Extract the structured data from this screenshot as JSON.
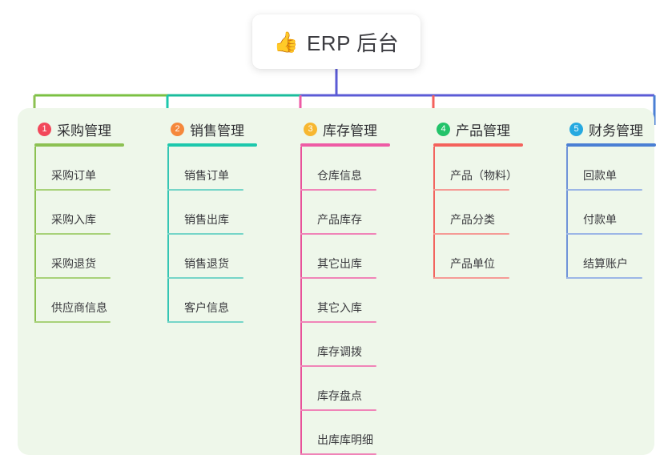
{
  "root": {
    "icon": "thumbs-up-icon",
    "emoji": "👍",
    "title": "ERP 后台"
  },
  "palette": {
    "panel_bg": "#eef7ea",
    "card_bg": "#ffffff",
    "text": "#3a3a3e",
    "wire_green": "#7bc043",
    "wire_teal": "#1abc9c",
    "wire_blue": "#5b5bd6",
    "wire_pink": "#e8529a",
    "wire_red": "#f2655f"
  },
  "columns": [
    {
      "index": "1",
      "title": "采购管理",
      "badge_color": "#f2485b",
      "rule_color": "#8cc152",
      "line_color": "#8cc152",
      "leaf_line_color": "#a8d27a",
      "drop_color": "#8cc152",
      "items": [
        "采购订单",
        "采购入库",
        "采购退货",
        "供应商信息"
      ]
    },
    {
      "index": "2",
      "title": "销售管理",
      "badge_color": "#f5883c",
      "rule_color": "#1cc8ac",
      "line_color": "#35c6b4",
      "leaf_line_color": "#76d5c8",
      "drop_color": "#1cc8ac",
      "items": [
        "销售订单",
        "销售出库",
        "销售退货",
        "客户信息"
      ]
    },
    {
      "index": "3",
      "title": "库存管理",
      "badge_color": "#f7b731",
      "rule_color": "#ee5ba5",
      "line_color": "#e8529a",
      "leaf_line_color": "#f084b8",
      "drop_color": "#ee5ba5",
      "items": [
        "仓库信息",
        "产品库存",
        "其它出库",
        "其它入库",
        "库存调拨",
        "库存盘点",
        "出库库明细"
      ]
    },
    {
      "index": "4",
      "title": "产品管理",
      "badge_color": "#23c36a",
      "rule_color": "#f4625c",
      "line_color": "#f2655f",
      "leaf_line_color": "#f59b96",
      "drop_color": "#f4625c",
      "items": [
        "产品（物料）",
        "产品分类",
        "产品单位"
      ]
    },
    {
      "index": "5",
      "title": "财务管理",
      "badge_color": "#26a9e0",
      "rule_color": "#4a7fd4",
      "line_color": "#6f93d8",
      "leaf_line_color": "#9cb6e6",
      "drop_color": "#4a7fd4",
      "items": [
        "回款单",
        "付款单",
        "结算账户"
      ]
    }
  ]
}
